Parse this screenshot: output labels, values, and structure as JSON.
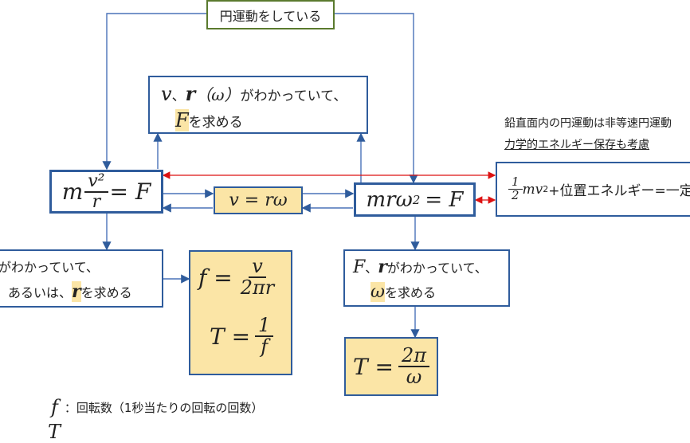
{
  "top_label": "円運動をしている",
  "box_vr": {
    "line1_v": "v",
    "line1_sep": "、",
    "line1_r": "r",
    "line1_omega": "（ω）",
    "line1_text": "がわかっていて、",
    "line2_F": "F",
    "line2_text": "を求める"
  },
  "note": {
    "line1": "鉛直面内の円運動は非等速円運動",
    "line2": "力学的エネルギー保存も考慮"
  },
  "eq_left": {
    "m": "m",
    "num": "v²",
    "den": "r",
    "rhs": "= F"
  },
  "eq_center": "v = rω",
  "eq_right": {
    "lhs": "mrω",
    "sup": "2",
    "rhs": "= F"
  },
  "energy_box": {
    "num": "1",
    "den": "2",
    "term": "mv",
    "sup": "2",
    "text": "+位置エネルギー=一定"
  },
  "box_left_bottom": {
    "line1": "がわかっていて、",
    "line2_pre": "、あるいは、",
    "line2_r": "r",
    "line2_post": "を求める"
  },
  "eq_ft": {
    "f_lhs": "f =",
    "f_num": "v",
    "f_den": "2πr",
    "t_lhs": "T =",
    "t_num": "1",
    "t_den": "f"
  },
  "box_fr": {
    "line1_F": "F",
    "line1_sep": "、",
    "line1_r": "r",
    "line1_text": "がわかっていて、",
    "line2_omega": "ω",
    "line2_text": "を求める"
  },
  "eq_t": {
    "lhs": "T =",
    "num": "2π",
    "den": "ω"
  },
  "footnote": {
    "symbol": "f",
    "text": "：回転数（1秒当たりの回転の回数）",
    "partial": "T"
  }
}
